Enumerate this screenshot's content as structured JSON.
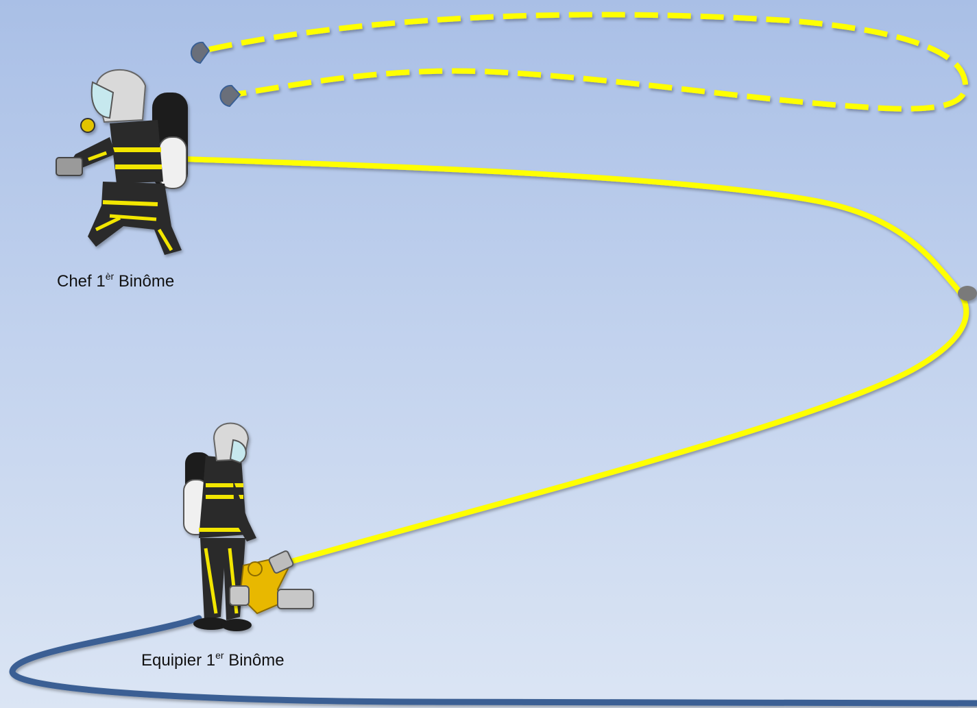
{
  "labels": {
    "chef": {
      "prefix": "Chef 1",
      "sup": "èr",
      "suffix": " Binôme"
    },
    "equipier": {
      "prefix": "Equipier 1",
      "sup": "er",
      "suffix": " Binôme"
    }
  },
  "colors": {
    "background_top": "#a9bfe6",
    "background_bottom": "#dbe5f4",
    "hose_yellow": "#ffff00",
    "hose_blue": "#3a5f94",
    "coupling_grey": "#7a7a7a",
    "uniform_dark": "#2b2b2b",
    "reflective_stripe": "#f2e600",
    "tank_white": "#f0f0f0",
    "helmet_grey": "#d9d9d9",
    "dividing_breeching_yellow": "#e8b800"
  },
  "icons": {
    "chef": "firefighter-kneeling-icon",
    "equipier": "firefighter-walking-icon",
    "breeching": "dividing-breeching-icon"
  }
}
